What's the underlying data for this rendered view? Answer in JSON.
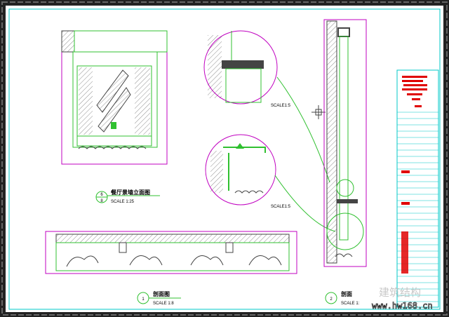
{
  "drawing": {
    "elevation_title": "餐厅景墙立面图",
    "elevation_index": "6",
    "elevation_sheet": "8",
    "elevation_scale": "SCALE 1:25",
    "section1_title": "剖面图",
    "section1_index": "1",
    "section1_scale": "SCALE 1:8",
    "section2_title": "剖面",
    "section2_index": "2",
    "section2_scale": "SCALE 1:",
    "detail_top_scale": "SCALE1:5",
    "detail_bottom_scale": "SCALE1:5"
  },
  "watermark": {
    "text": "建筑结构",
    "url": "www.hw168.cn"
  },
  "colors": {
    "frame": "#00c8c8",
    "magenta": "#c000c0",
    "green": "#30c030",
    "red": "#e00000"
  }
}
